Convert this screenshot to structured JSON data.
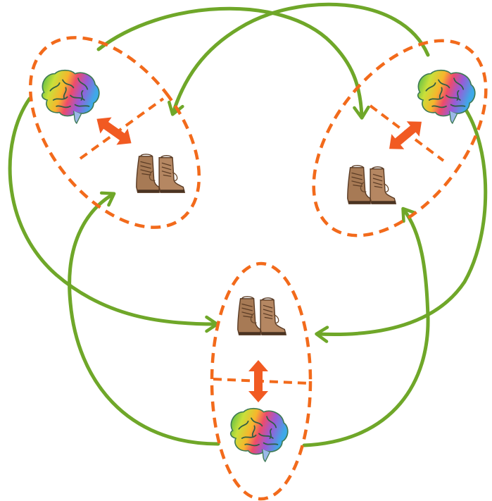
{
  "colors": {
    "outline": "#F26A1B",
    "arrow_accent": "#F15A22",
    "link": "#6FA729",
    "boot_main": "#A77A55",
    "boot_dark": "#6B4A2E",
    "boot_sole": "#4A3322"
  },
  "groups": [
    {
      "id": "left",
      "icons": [
        "brain-icon",
        "boots-icon",
        "double-arrow-icon"
      ]
    },
    {
      "id": "right",
      "icons": [
        "brain-icon",
        "boots-icon",
        "double-arrow-icon"
      ]
    },
    {
      "id": "bottom",
      "icons": [
        "boots-icon",
        "brain-icon",
        "double-arrow-icon"
      ]
    }
  ],
  "links": [
    {
      "from": "left",
      "to": "right"
    },
    {
      "from": "right",
      "to": "left"
    },
    {
      "from": "left",
      "to": "bottom"
    },
    {
      "from": "bottom",
      "to": "left"
    },
    {
      "from": "right",
      "to": "bottom"
    },
    {
      "from": "bottom",
      "to": "right"
    }
  ]
}
